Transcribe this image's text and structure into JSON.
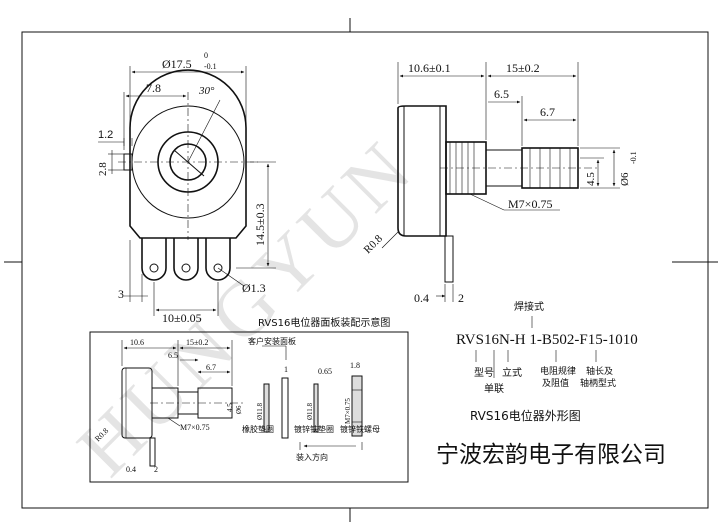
{
  "front_view": {
    "dim_diameter": "Ø17.5",
    "dim_diameter_tol_upper": "0",
    "dim_diameter_tol_lower": "-0.1",
    "dim_width": "7.8",
    "dim_angle": "30°",
    "dim_key": "1.2",
    "dim_key_height": "2.8",
    "dim_pin_height": "14.5±0.3",
    "dim_pin_dia": "Ø1.3",
    "dim_pin_offset": "3",
    "dim_pin_pitch": "10±0.05"
  },
  "side_view": {
    "dim_body": "10.6±0.1",
    "dim_shaft": "15±0.2",
    "dim_bush": "6.5",
    "dim_knurl": "6.7",
    "dim_shaft_dia": "Ø6",
    "dim_shaft_dia_tol": "-0.1",
    "dim_flat": "4.5",
    "dim_thread": "M7×0.75",
    "dim_radius": "R0.8",
    "dim_pin_t": "0.4",
    "dim_pin_len": "2"
  },
  "mounting": {
    "title": "RVS16电位器面板装配示意图",
    "dim_body": "10.6",
    "dim_shaft": "15±0.2",
    "dim_bush": "6.5",
    "dim_knurl": "6.7",
    "dim_flat": "4.5",
    "dim_shaft_dia": "Ø6",
    "dim_thread": "M7×0.75",
    "dim_radius": "R0.8",
    "dim_pin_t": "0.4",
    "dim_pin_len": "2",
    "panel_label": "客户安装面板",
    "panel_thk": "1",
    "washer_rubber_dia": "Ø11.8",
    "washer_rubber_label": "橡胶垫圈",
    "washer_metal_thk": "0.65",
    "washer_metal_dia": "Ø11.8",
    "washer_metal_label": "镀锌铁垫圈",
    "nut_thk": "1.8",
    "nut_thread": "M7×0.75",
    "nut_label": "镀锌铁螺母",
    "direction_label": "装入方向"
  },
  "part_code": {
    "code": "RVS16N-H 1-B502-F15-1010",
    "welding": "焊接式",
    "label_model": "型号",
    "label_single": "单联",
    "label_vertical": "立式",
    "label_taper": "电阻规律",
    "label_taper2": "及阻值",
    "label_shaft": "轴长及",
    "label_shaft2": "轴柄型式"
  },
  "titles": {
    "drawing_title": "RVS16电位器外形图",
    "company": "宁波宏韵电子有限公司",
    "watermark": "HUNGYUN"
  }
}
